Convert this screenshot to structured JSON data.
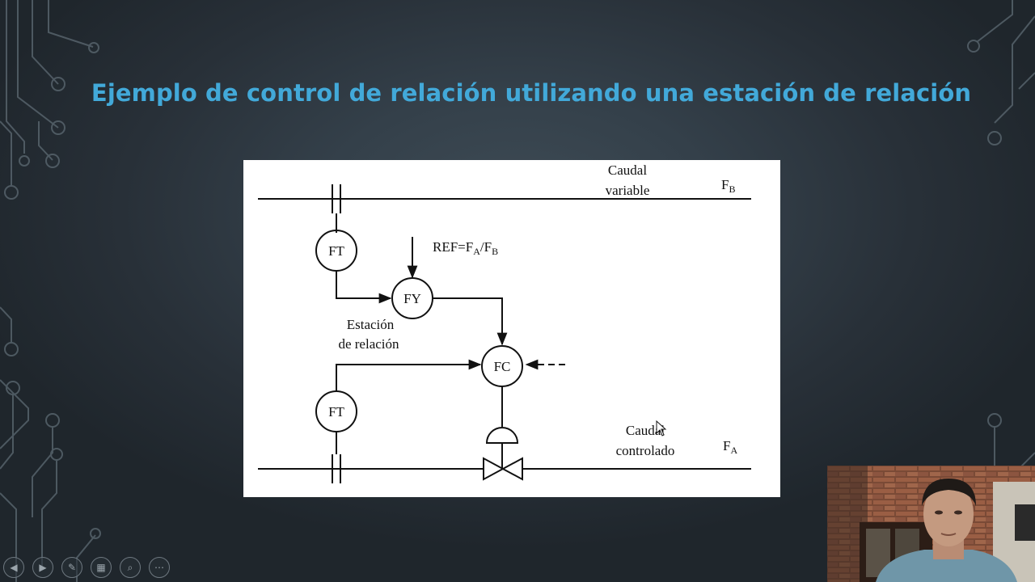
{
  "slide": {
    "title": "Ejemplo de control de relación utilizando una estación de relación",
    "colors": {
      "title": "#42a9d9",
      "background": "#2f3a43",
      "diagram_bg": "#ffffff"
    }
  },
  "diagram": {
    "caudal_variable": [
      "Caudal",
      "variable"
    ],
    "flow_b": "F",
    "flow_b_sub": "B",
    "ref_prefix": "REF=F",
    "ref_sub_a": "A",
    "ref_mid": "/F",
    "ref_sub_b": "B",
    "ft_top": "FT",
    "fy": "FY",
    "fc": "FC",
    "ft_bottom": "FT",
    "estacion": [
      "Estación",
      "de relación"
    ],
    "caudal_controlado": [
      "Caudal",
      "controlado"
    ],
    "flow_a": "F",
    "flow_a_sub": "A"
  },
  "toolbar": {
    "buttons": [
      {
        "name": "previous-slide-button",
        "icon": "chevron-left-icon",
        "glyph": "◀"
      },
      {
        "name": "next-slide-button",
        "icon": "play-icon",
        "glyph": "▶"
      },
      {
        "name": "pen-button",
        "icon": "pen-icon",
        "glyph": "✎"
      },
      {
        "name": "see-all-slides-button",
        "icon": "slides-grid-icon",
        "glyph": "▦"
      },
      {
        "name": "zoom-button",
        "icon": "magnifier-icon",
        "glyph": "⌕"
      },
      {
        "name": "more-options-button",
        "icon": "more-icon",
        "glyph": "⋯"
      }
    ]
  }
}
